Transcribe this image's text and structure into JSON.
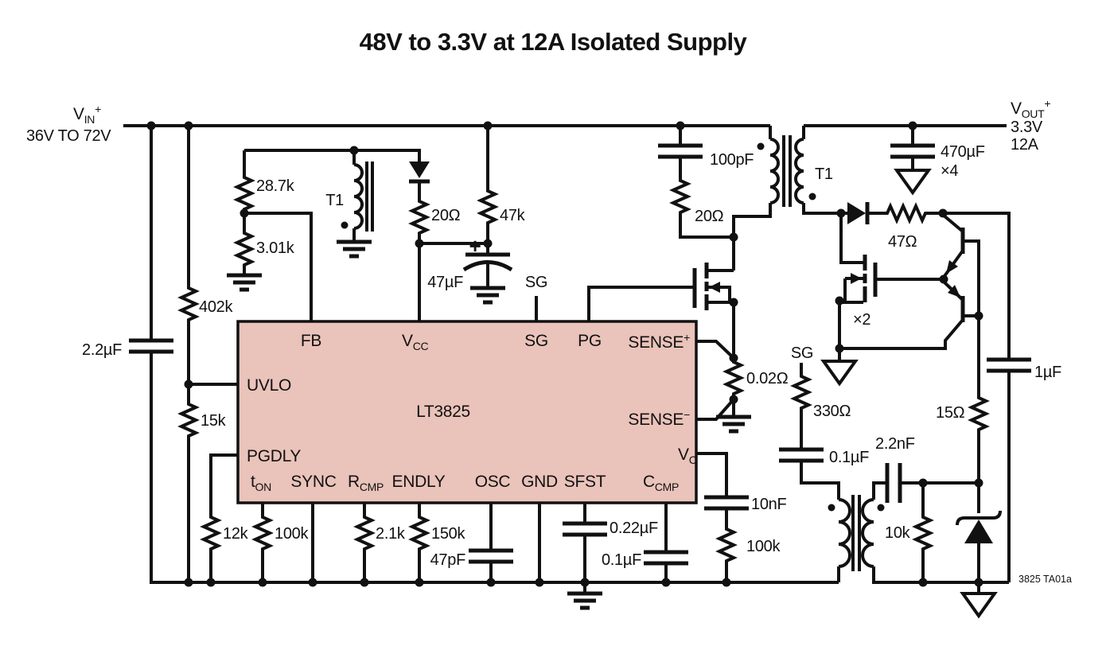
{
  "title": "48V to 3.3V at 12A Isolated Supply",
  "footer": "3825 TA01a",
  "colors": {
    "ic_fill": "#eac3ba",
    "line": "#111111",
    "background": "#ffffff"
  },
  "input": {
    "name": "V",
    "sub": "IN",
    "sup": "+",
    "range": "36V TO 72V"
  },
  "output": {
    "name": "V",
    "sub": "OUT",
    "sup": "+",
    "voltage": "3.3V",
    "current": "12A"
  },
  "transformers": {
    "aux": "T1",
    "main": "T1"
  },
  "nets": {
    "sg_primary": "SG",
    "sg_secondary": "SG"
  },
  "ic": {
    "part": "LT3825",
    "pins": {
      "fb": "FB",
      "vcc_main": "V",
      "vcc_sub": "CC",
      "sg": "SG",
      "pg": "PG",
      "sense_p_main": "SENSE",
      "sense_p_sup": "+",
      "sense_n_main": "SENSE",
      "sense_n_sup": "−",
      "uvlo": "UVLO",
      "pgdly": "PGDLY",
      "vc_main": "V",
      "vc_sub": "C",
      "ton_main": "t",
      "ton_sub": "ON",
      "sync": "SYNC",
      "rcmp_main": "R",
      "rcmp_sub": "CMP",
      "endly": "ENDLY",
      "osc": "OSC",
      "gnd": "GND",
      "sfst": "SFST",
      "ccmp_main": "C",
      "ccmp_sub": "CMP"
    }
  },
  "parts": {
    "r_fb_top": "28.7k",
    "r_fb_bot": "3.01k",
    "r_uvlo_top": "402k",
    "r_uvlo_bot": "15k",
    "c_in": "2.2µF",
    "r_pgdly": "12k",
    "r_ton": "100k",
    "r_rcmp": "2.1k",
    "r_endly": "150k",
    "c_osc": "47pF",
    "c_sfst": "0.22µF",
    "c_ccmp": "0.1µF",
    "c_vc": "10nF",
    "r_vc": "100k",
    "r_vcc": "20Ω",
    "r_bias": "47k",
    "c_vcc": "47µF",
    "c_vcc_polarity": "+",
    "c_snubber": "100pF",
    "r_snubber": "20Ω",
    "r_sense": "0.02Ω",
    "c_out": "470µF",
    "c_out_qty": "×4",
    "r_gate": "47Ω",
    "q_sync_qty": "×2",
    "r_sg": "330Ω",
    "c_sg": "0.1µF",
    "c_couple": "2.2nF",
    "r_damp": "10k",
    "r_base": "15Ω",
    "c_gate": "1µF"
  }
}
